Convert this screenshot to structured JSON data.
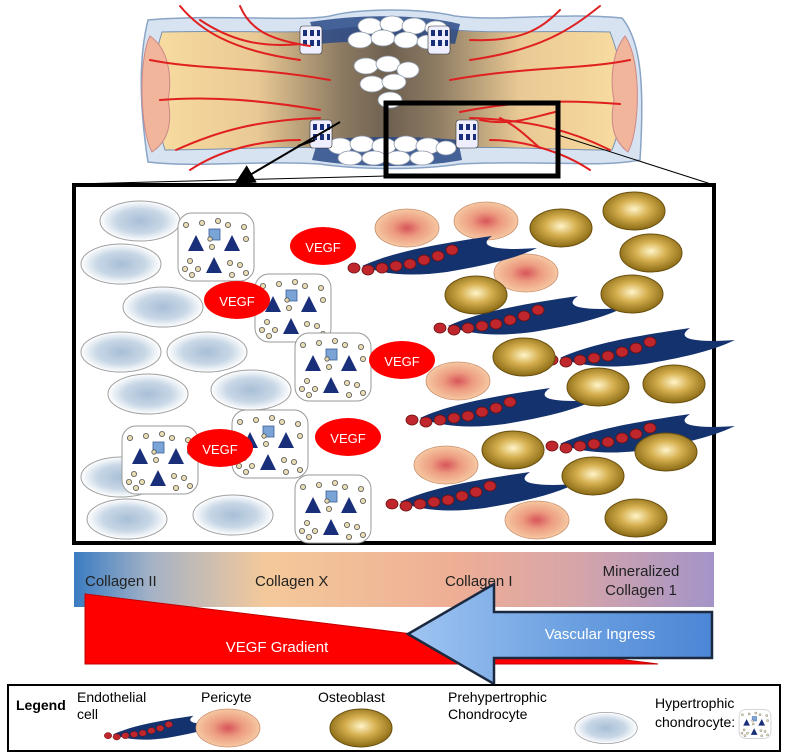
{
  "labels": {
    "vegf": "VEGF",
    "collagen_ii": "Collagen II",
    "collagen_x": "Collagen X",
    "collagen_i": "Collagen I",
    "mineralized_line1": "Mineralized",
    "mineralized_line2": "Collagen 1",
    "vegf_gradient": "VEGF Gradient",
    "vascular_ingress": "Vascular Ingress"
  },
  "legend": {
    "title": "Legend",
    "endothelial_line1": "Endothelial",
    "endothelial_line2": "cell",
    "pericyte": "Pericyte",
    "osteoblast": "Osteoblast",
    "prehypertrophic_line1": "Prehypertrophic",
    "prehypertrophic_line2": "Chondrocyte",
    "hypertrophic_line1": "Hypertrophic",
    "hypertrophic_line2": "chondrocyte:"
  },
  "colors": {
    "vegf_red": "#ff0000",
    "vessel_navy": "#14326e",
    "rbc_red": "#c0272d",
    "collagen_ii_blue": "#3d7fc4",
    "collagen_x_peach": "#f4c79a",
    "collagen_i_salmon": "#ecaa94",
    "mineralized_lavender": "#a394c8",
    "ingress_blue": "#6a9fe0",
    "osteoblast_gold": "#b08a28",
    "pericyte_peach": "#f3bd96",
    "chondrocyte_blue": "#a7bed6"
  }
}
